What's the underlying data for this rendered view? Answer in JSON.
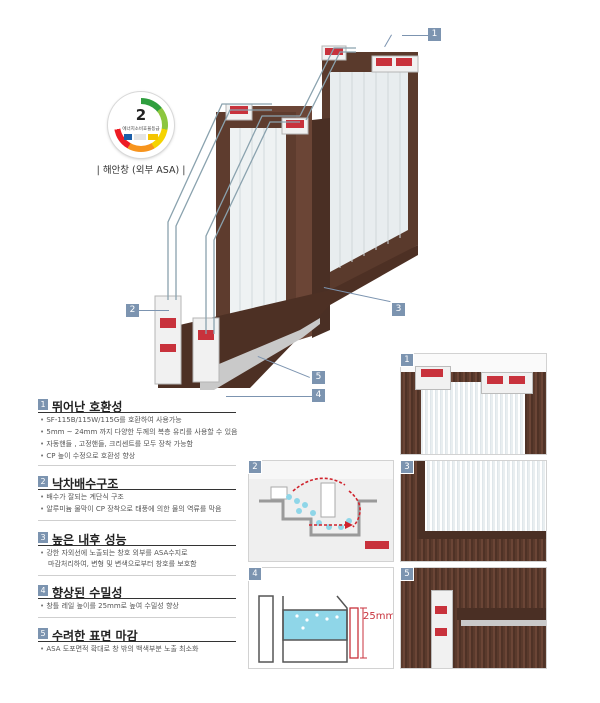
{
  "badge": {
    "grade": "2",
    "label": "에너지소비효율등급"
  },
  "caption": "| 해안창 (외부 ASA) |",
  "callouts": [
    "1",
    "2",
    "3",
    "4",
    "5"
  ],
  "sections": [
    {
      "num": "1",
      "title": "뛰어난 호환성",
      "bullets": [
        "SF-115B/115W/115G를 호환하여 사용가능",
        "5mm ~ 24mm 까지 다양한 두께의 복층 유리를 사용할 수 있음",
        "자동핸들 , 고정핸들, 크리센트를 모두 장착 가능함",
        "CP 높이 수정으로 호환성 향상"
      ]
    },
    {
      "num": "2",
      "title": "낙차배수구조",
      "bullets": [
        "배수가 잘되는 계단식 구조",
        "알루미늄 물막이 CP 장착으로 태풍에 의한 물의 역류를 막음"
      ]
    },
    {
      "num": "3",
      "title": "높은 내후 성능",
      "bullets": [
        "강한 자외선에 노출되는 창호 외부를 ASA수지로",
        "마감처리하여, 변형 및 변색으로부터 창호를 보호함"
      ]
    },
    {
      "num": "4",
      "title": "향상된 수밀성",
      "bullets": [
        "창틀 레일 높이를 25mm로 높여 수밀성 향상"
      ]
    },
    {
      "num": "5",
      "title": "수려한 표면 마감",
      "bullets": [
        "ASA 도포면적 확대로 창 밖의 백색부분 노출 최소화"
      ]
    }
  ],
  "panels": [
    "1",
    "2",
    "3",
    "4",
    "5"
  ],
  "rail_height": "25mm",
  "colors": {
    "accent": "#7c94b0",
    "wood": "#5a3a2c",
    "profile_red": "#c8323c",
    "water": "#8fd6e8"
  }
}
